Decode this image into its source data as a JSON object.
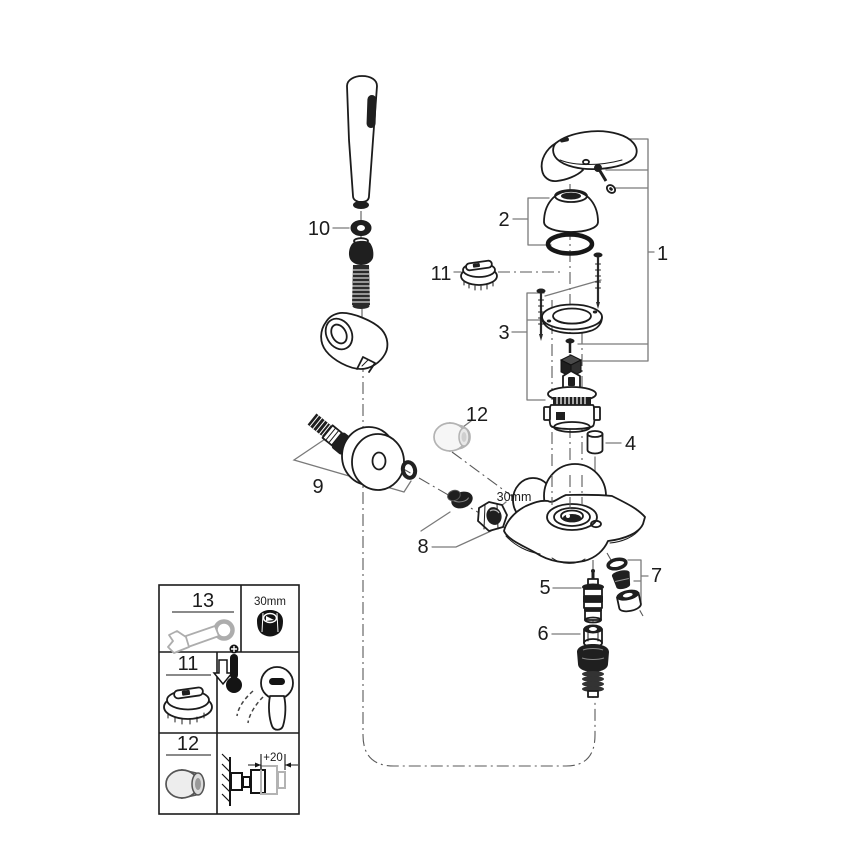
{
  "colors": {
    "ink": "#1c1c1c",
    "leader": "#7a7a7a",
    "ghost": "#b3b3b3",
    "dark_fill": "#1f1f1f",
    "background": "#ffffff"
  },
  "callouts": {
    "p1": "1",
    "p2": "2",
    "p3": "3",
    "p4": "4",
    "p5": "5",
    "p6": "6",
    "p7": "7",
    "p8": "8",
    "p9": "9",
    "p10": "10",
    "p11": "11",
    "p12": "12"
  },
  "annotations": {
    "union_nut_size": "30mm"
  },
  "legend": {
    "rows": [
      {
        "num": "13",
        "right_label": "30mm",
        "left_icon": "open-end-wrench-icon",
        "right_icon": "hex-nut-icon"
      },
      {
        "num": "11",
        "right_label": "",
        "left_icon": "temperature-limiter-cap-icon",
        "right_icon": "thermometer-and-lever-icon"
      },
      {
        "num": "12",
        "right_label": "+20",
        "left_icon": "extension-adapter-icon",
        "right_icon": "wall-extension-diagram"
      }
    ]
  }
}
